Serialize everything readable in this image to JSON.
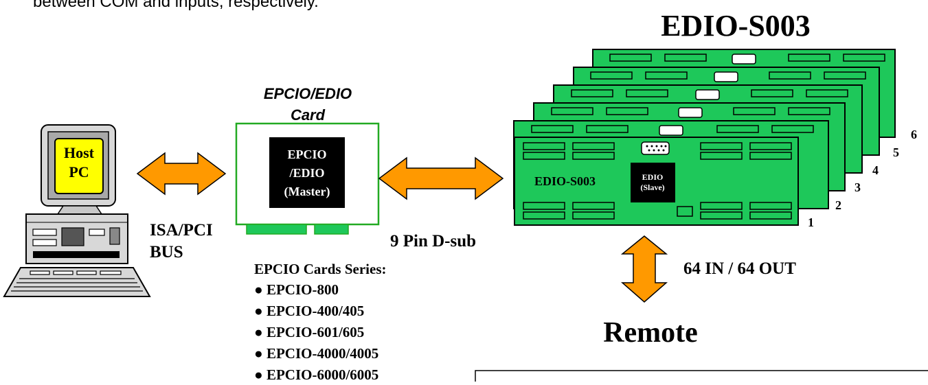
{
  "intro_fragment": "between COM and inputs, respectively.",
  "title": "EDIO-S003",
  "host_pc": {
    "line1": "Host",
    "line2": "PC"
  },
  "bus_label": {
    "line1": "ISA/PCI",
    "line2": "BUS"
  },
  "card": {
    "caption_line1": "EPCIO/EDIO",
    "caption_line2": "Card",
    "chip_line1": "EPCIO",
    "chip_line2": "/EDIO",
    "chip_line3": "(Master)"
  },
  "dsub_label": "9 Pin  D-sub",
  "series": {
    "heading": "EPCIO Cards Series:",
    "items": [
      "EPCIO-800",
      "EPCIO-400/405",
      "EPCIO-601/605",
      "EPCIO-4000/4005",
      "EPCIO-6000/6005"
    ]
  },
  "board": {
    "name": "EDIO-S003",
    "chip_line1": "EDIO",
    "chip_line2": "(Slave)",
    "numbers": [
      "1",
      "2",
      "3",
      "4",
      "5",
      "6"
    ]
  },
  "io_label": "64 IN / 64 OUT",
  "remote_label": "Remote",
  "colors": {
    "board_green": "#1ec85a",
    "arrow_orange": "#ff9900",
    "screen_yellow": "#ffff00",
    "card_border": "#22aa22"
  }
}
